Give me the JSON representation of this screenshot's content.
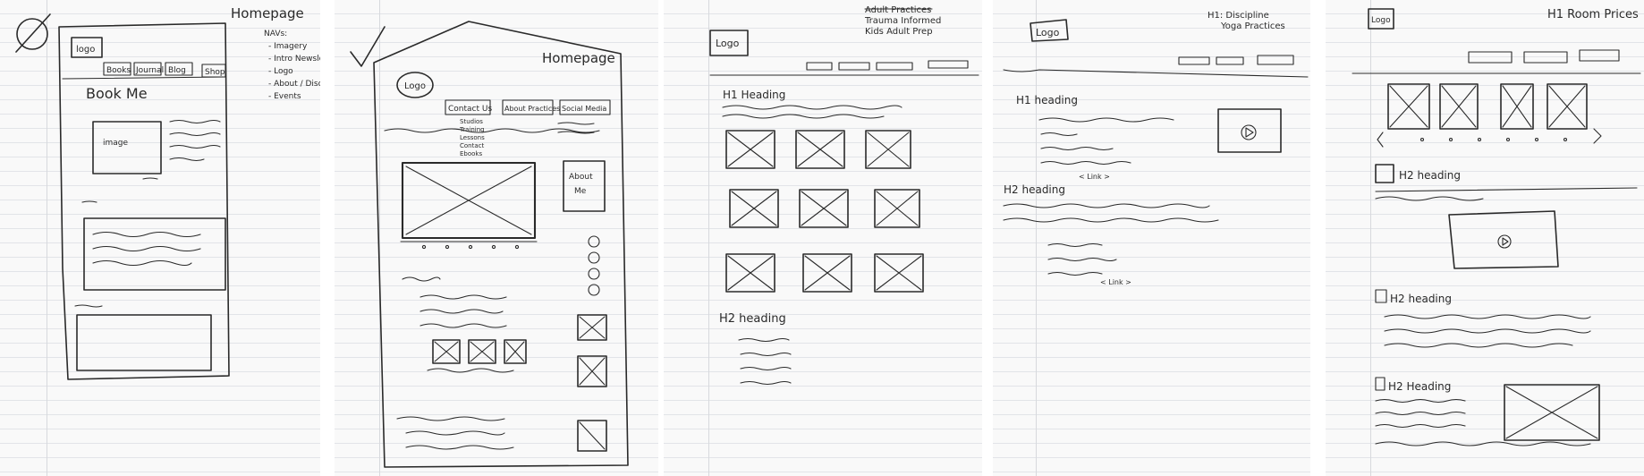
{
  "sheets": [
    {
      "title": "Homepage",
      "logo": "logo",
      "nav": [
        "Books",
        "Journal",
        "Blog",
        "Shop"
      ],
      "notes": [
        "NAVs:",
        "- Imagery",
        "- Intro Newsletter",
        "- Logo",
        "- About / Discover More",
        "- Events"
      ],
      "hero_heading": "Book Me",
      "image_label": "image"
    },
    {
      "title": "Homepage",
      "logo": "Logo",
      "nav": [
        "Contact Us",
        "About Practices",
        "Social Media"
      ],
      "subnav": [
        "Studios",
        "Training",
        "Lessons",
        "Contact",
        "Ebooks"
      ],
      "side_tabs": [
        "About",
        "Me"
      ]
    },
    {
      "title_lines": [
        "Adult Practices",
        "Trauma Informed",
        "Kids Adult Prep"
      ],
      "logo": "Logo",
      "h1": "H1 Heading",
      "h2": "H2 heading"
    },
    {
      "title_lines": [
        "H1: Discipline",
        "Yoga Practices"
      ],
      "logo": "Logo",
      "h1": "H1 heading",
      "h2": "H2 heading",
      "link_1": "< Link >",
      "link_2": "< Link >"
    },
    {
      "title": "H1 Room Prices",
      "logo": "Logo",
      "h2_a": "H2 heading",
      "h2_b": "H2 heading",
      "h2_c": "H2 Heading"
    }
  ]
}
